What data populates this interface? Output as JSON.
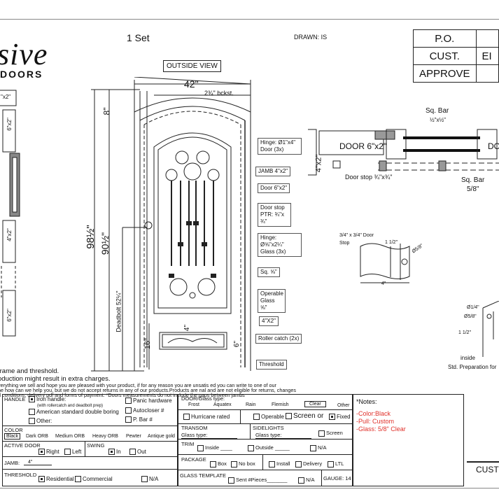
{
  "header": {
    "logo_script": "sive",
    "logo_sub": "DOORS",
    "set_label": "1 Set",
    "drawn_label": "DRAWN: IS",
    "view_label": "OUTSIDE VIEW"
  },
  "info_table": {
    "rows": [
      {
        "label": "P.O.",
        "value": ""
      },
      {
        "label": "CUST.",
        "value": "EI"
      },
      {
        "label": "APPROVE",
        "value": ""
      }
    ]
  },
  "dimensions": {
    "width": "42\"",
    "backset": "2¾\" bckst.",
    "arch_rise": "8\"",
    "overall_height": "98½\"",
    "door_height": "90½\"",
    "deadbolt": "Deadbolt 52¼\"",
    "bottom_rail": "16\"",
    "kick_gap": "4\"",
    "kick_height": "6\""
  },
  "callouts": [
    "Hinge: Ø1\"x4\" Door (3x)",
    "JAMB  4\"x2\"",
    "Door 6\"x2\"",
    "Door stop PTR: ¾\"x ¾\"",
    "Hinge: Ø⅝\"x2¼\" Glass (3x)",
    "Sq. ⅝\"",
    "Operable Glass ⅝\"",
    "4\"X2\"",
    "Roller catch  (2x)",
    "Threshold"
  ],
  "section_view": {
    "sq_bar_top": "Sq. Bar",
    "sq_bar_top_size": "½\"x½\"",
    "door_label": "DOOR 6\"x2\"",
    "door_label_right": "DO",
    "jamb_label": "4\"x2\"",
    "door_stop": "Door stop ¾\"x¾\"",
    "sq_bar_bottom": "Sq. Bar",
    "sq_bar_bottom_size": "5/8\""
  },
  "left_section": {
    "labels": [
      "\"x2\"",
      "6\"x2\"",
      "4\"x2\"",
      "6\"x2\""
    ]
  },
  "door_stop_detail": {
    "stop_label": "3/4\" x 3/4\" Door Stop",
    "offset": "1 1/2\"",
    "hole": "Ø5/8\"",
    "width": "4\""
  },
  "prep_detail": {
    "d1": "Ø1/4\"",
    "d2": "Ø5/8\"",
    "offset": "1 1/2\"",
    "inside": "inside",
    "caption": "Std. Preparation for"
  },
  "disclaimer": {
    "line1": "frame and threshold.",
    "line2": "oduction might result in extra charges.",
    "line3": "verything we sell and hope you are pleased with your product, if for any reason you are unsatis    ed you can write to one of our",
    "line4": "ne how can we help you, but we do not accept returns in any of our products.Products are     nal and are not eligible for returns, changes",
    "line5": "d conditions, delivery pdf and forms of payment. *Doors measurements do not include the gaps between jambs"
  },
  "form": {
    "handle": {
      "title": "HANDLE",
      "iron": "Iron handle:",
      "iron_checked": true,
      "iron_note": "(with rollercatch and deadbolt prep)",
      "american": "American standard double boring",
      "other": "Other:",
      "panic": "Panic hardware",
      "autocloser": "Autocloser #",
      "pbar": "P. Bar #"
    },
    "color": {
      "title": "COLOR",
      "options": [
        "Black",
        "Dark ORB",
        "Medium ORB",
        "Heavy ORB",
        "Pewter",
        "Antique gold"
      ],
      "selected": "Black"
    },
    "active_door": {
      "title": "ACTIVE DOOR",
      "right": "Right",
      "left": "Left",
      "selected": "Right"
    },
    "swing": {
      "title": "SWING",
      "in": "In",
      "out": "Out",
      "selected": "In"
    },
    "jamb": {
      "title": "JAMB:",
      "value": "4\""
    },
    "threshold": {
      "title": "THRESHOLD",
      "residential": "Residential",
      "commercial": "Commercial",
      "na": "N/A",
      "selected": "Residential"
    },
    "glass": {
      "title": "DOOR/Glass type:",
      "options": [
        "Frost",
        "Aquatex",
        "Rain",
        "Flemish",
        "Clear",
        "Other"
      ],
      "selected": "Clear",
      "hurricane": "Hurricane rated",
      "operable": "Operable",
      "screen_or": "Screen or",
      "fixed": "Fixed",
      "fixed_checked": true
    },
    "transom": {
      "title": "TRANSOM",
      "glass_type": "Glass type:"
    },
    "sidelights": {
      "title": "SIDELIGHTS",
      "glass_type": "Glass type:",
      "screen": "Screen"
    },
    "trim": {
      "title": "TRIM",
      "inside": "Inside",
      "outside": "Outside",
      "na": "N/A"
    },
    "package": {
      "title": "PACKAGE",
      "box": "Box",
      "nobox": "No box",
      "install": "Install",
      "delivery": "Delivery",
      "ltl": "LTL"
    },
    "glass_template": {
      "title": "GLASS TEMPLATE",
      "sent": "Sent #Pieces",
      "na": "N/A",
      "gauge": "GAUGE: 14"
    }
  },
  "notes": {
    "title": "*Notes:",
    "items": [
      "-Color:Black",
      "-Pull: Custom",
      "-Glass: 5/8\" Clear"
    ],
    "color": "#e0302a"
  },
  "footer": {
    "cust": "CUST"
  }
}
